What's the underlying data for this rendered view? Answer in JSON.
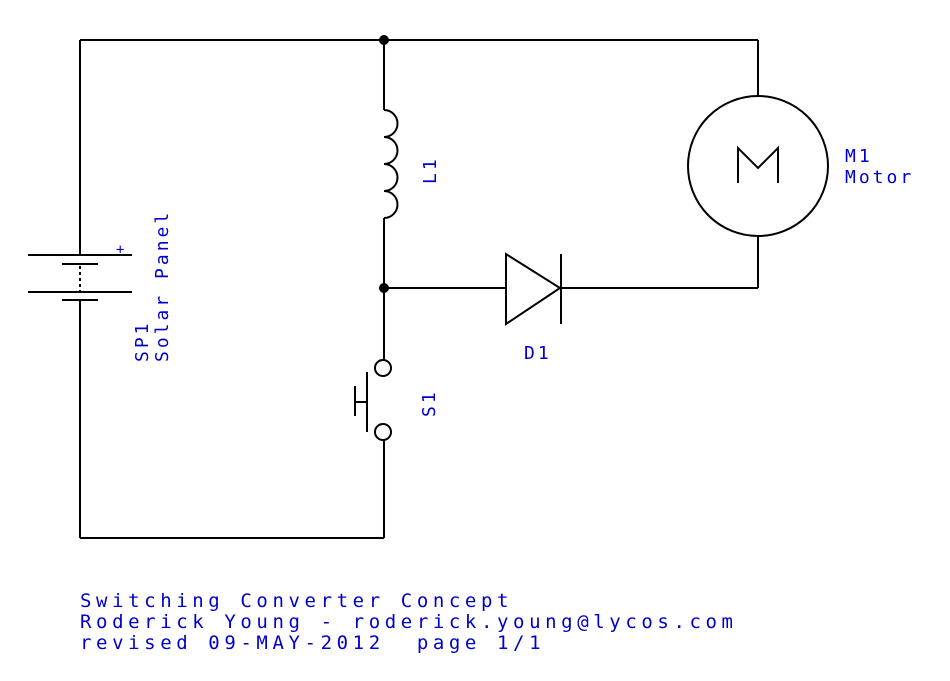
{
  "components": {
    "solar_panel": {
      "ref": "SP1",
      "value": "Solar Panel",
      "polarity": "+"
    },
    "inductor": {
      "ref": "L1"
    },
    "diode": {
      "ref": "D1"
    },
    "switch": {
      "ref": "S1"
    },
    "motor": {
      "ref": "M1",
      "value": "Motor",
      "symbol": "M"
    }
  },
  "title_block": {
    "title": "Switching Converter Concept",
    "author": "Roderick Young - roderick.young@lycos.com",
    "revision": "revised 09-MAY-2012  page 1/1"
  },
  "colors": {
    "wire": "#000000",
    "label": "#0000cc",
    "background": "#ffffff"
  }
}
